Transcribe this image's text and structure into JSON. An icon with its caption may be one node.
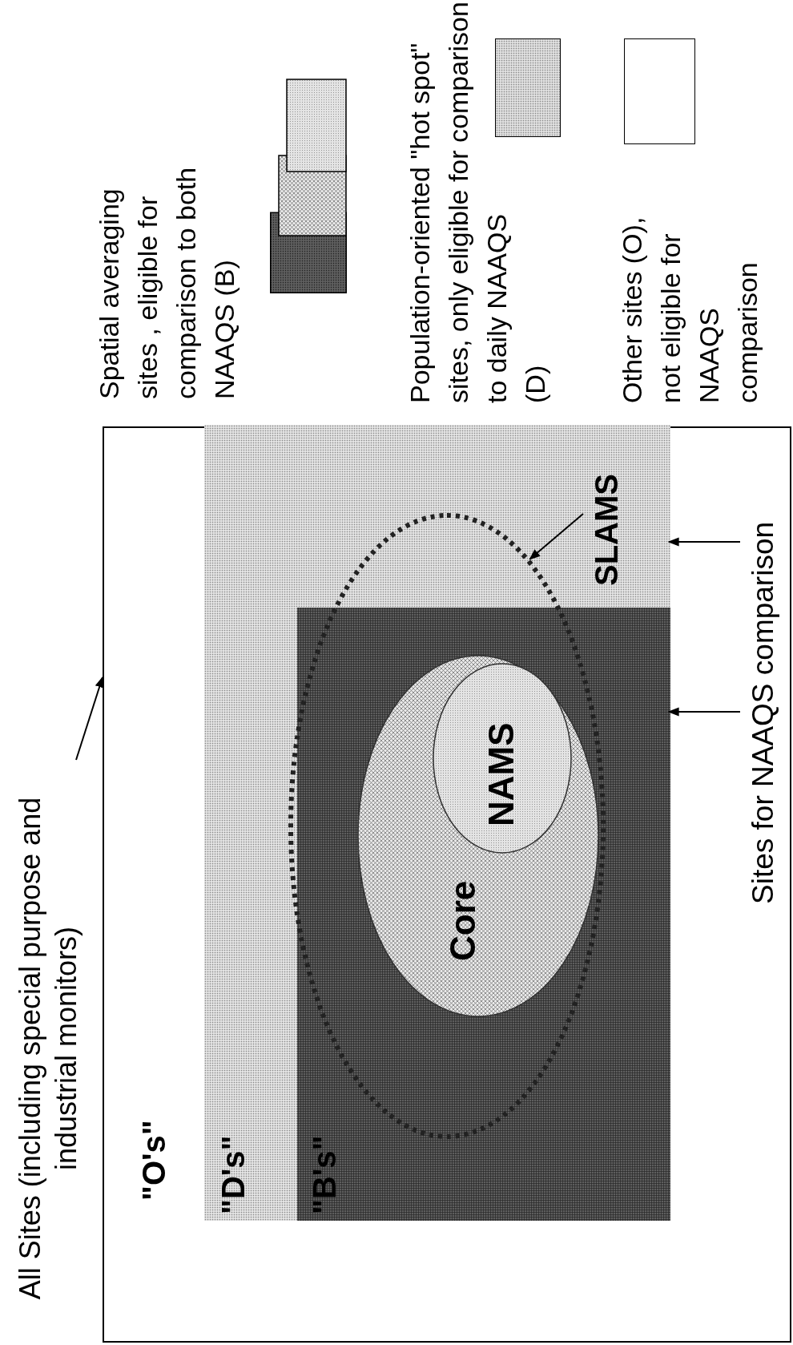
{
  "diagram": {
    "nodes": [
      {
        "text": [
          "\"O's\""
        ]
      },
      {
        "text": [
          "All Sites (including special purpose and industrial monitors)"
        ]
      },
      {
        "text": [
          "\"D's\""
        ],
        "in": 0
      },
      {
        "text": [
          "\"B's\""
        ],
        "in": 2
      },
      {
        "text": [],
        "shape": "ellipse",
        "in": 2
      },
      {
        "text": [
          "Core"
        ],
        "in": 4
      },
      {
        "text": [
          "NAMS"
        ],
        "in": 5
      },
      {
        "text": [
          "SLAMS"
        ],
        "in": 2
      },
      {
        "text": [
          "Sites for NAAQS comparison"
        ],
        "in": 0
      }
    ],
    "edges": [
      {
        "from": 1,
        "to": 0,
        "arrow": "to"
      },
      {
        "from": 7,
        "to": 4,
        "arrow": "to"
      },
      {
        "from": 8,
        "to": 2,
        "arrow": "to"
      },
      {
        "from": 8,
        "to": 3,
        "arrow": "to"
      }
    ],
    "legend": [
      {
        "text": "Spatial averaging sites , eligible for comparison to both NAAQS (B)"
      },
      {
        "text": "Population-oriented \"hot spot\" sites, only eligible for comparison to daily NAAQS (D)",
        "color": "#e0e0e0"
      },
      {
        "text": "Other sites (O), not eligible for NAAQS comparison",
        "color": "#ffffff"
      }
    ]
  }
}
